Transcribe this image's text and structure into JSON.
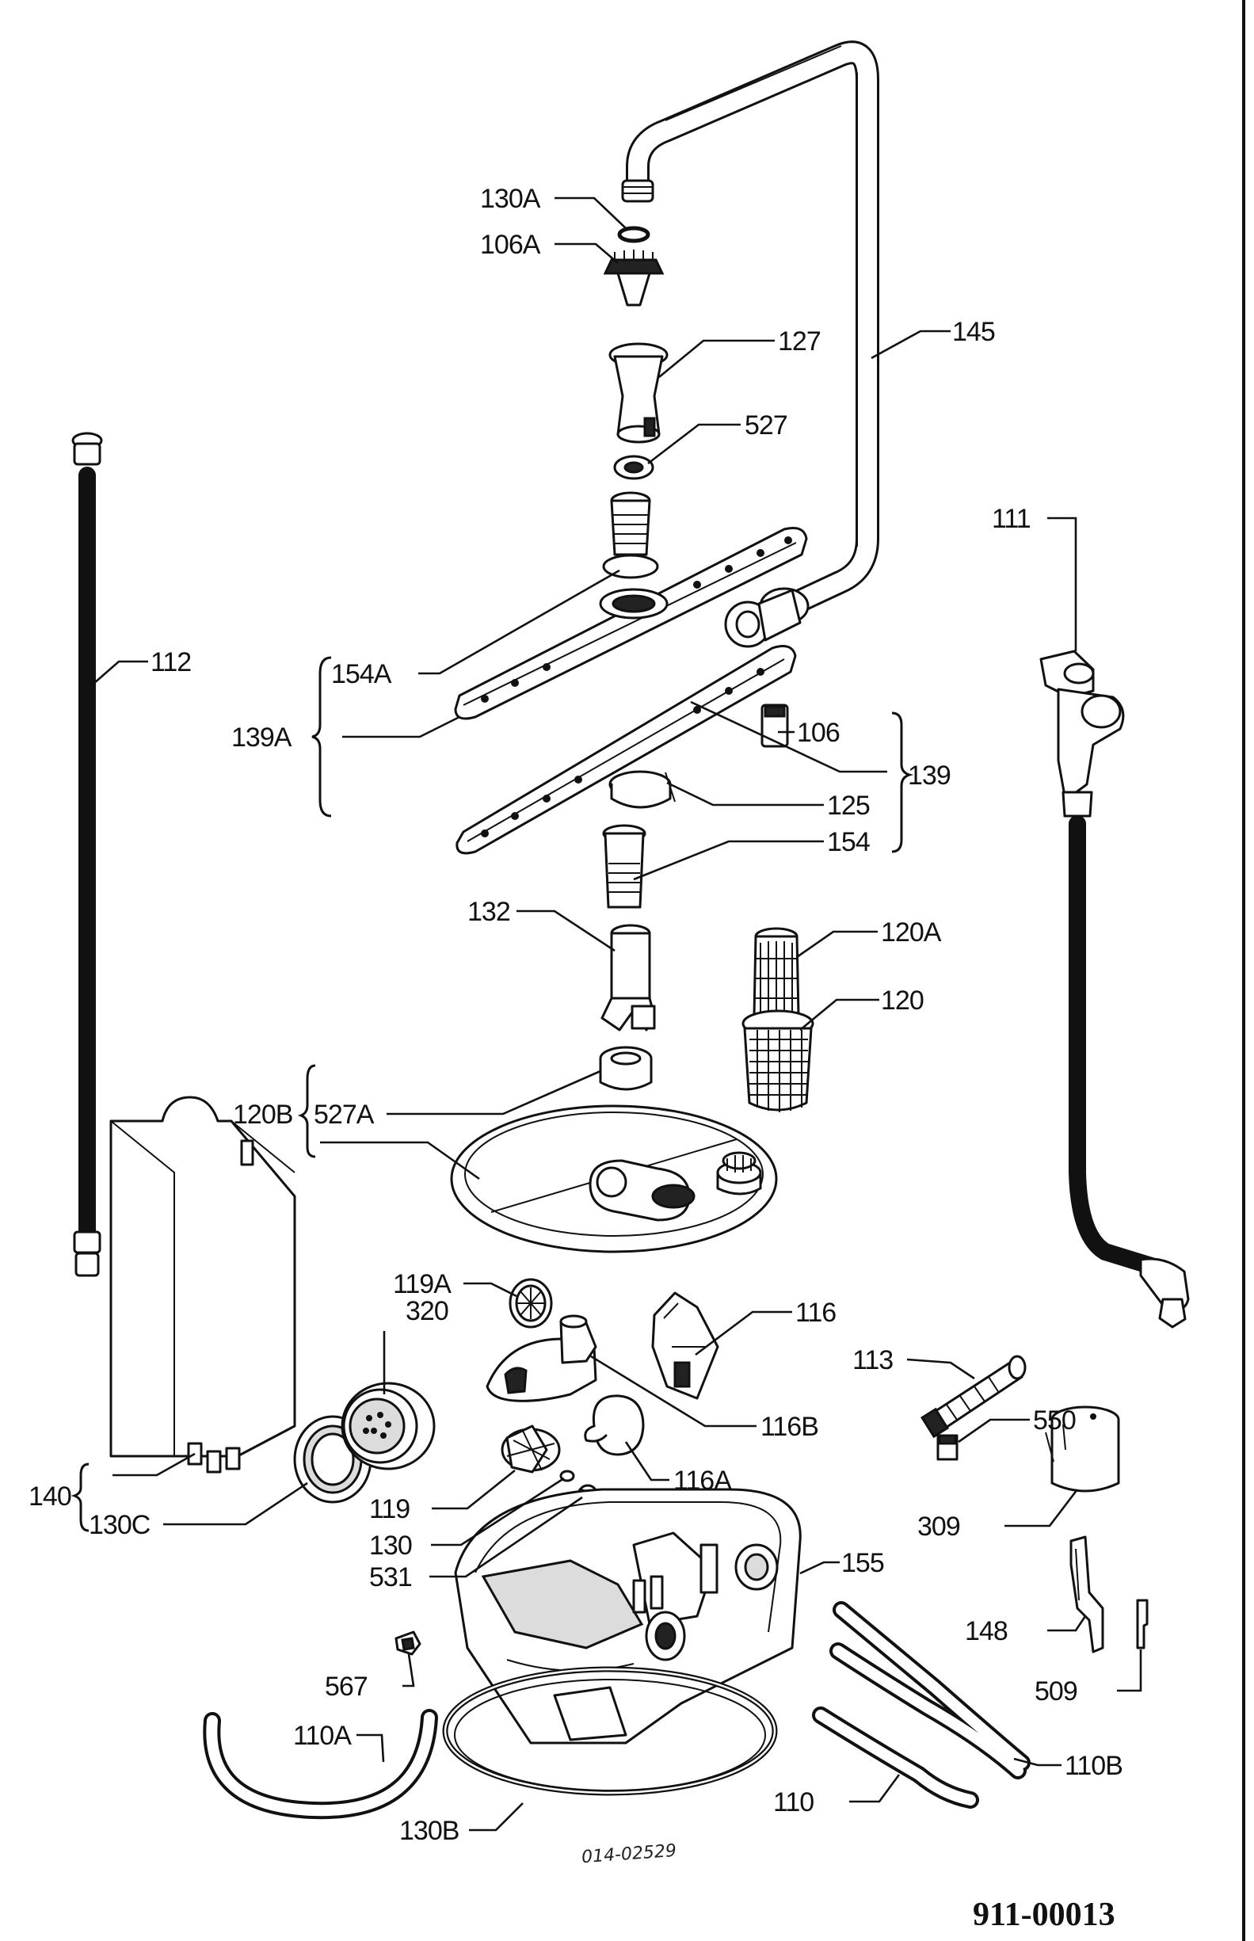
{
  "labels": {
    "l130A": "130A",
    "l106A": "106A",
    "l127": "127",
    "l145": "145",
    "l527": "527",
    "l111": "111",
    "l112": "112",
    "l154A": "154A",
    "l139A": "139A",
    "l106": "106",
    "l139": "139",
    "l125": "125",
    "l154": "154",
    "l132": "132",
    "l120A": "120A",
    "l120": "120",
    "l120B": "120B",
    "l527A": "527A",
    "l119A": "119A",
    "l320": "320",
    "l116": "116",
    "l113": "113",
    "l116B": "116B",
    "l550": "550",
    "l140": "140",
    "l130C": "130C",
    "l116A": "116A",
    "l309": "309",
    "l119": "119",
    "l130": "130",
    "l531": "531",
    "l155": "155",
    "l148": "148",
    "l567": "567",
    "l509": "509",
    "l110A": "110A",
    "l110B": "110B",
    "l130B": "130B",
    "l110": "110"
  },
  "drawing_code": "014-02529",
  "reference_number": "911-00013"
}
